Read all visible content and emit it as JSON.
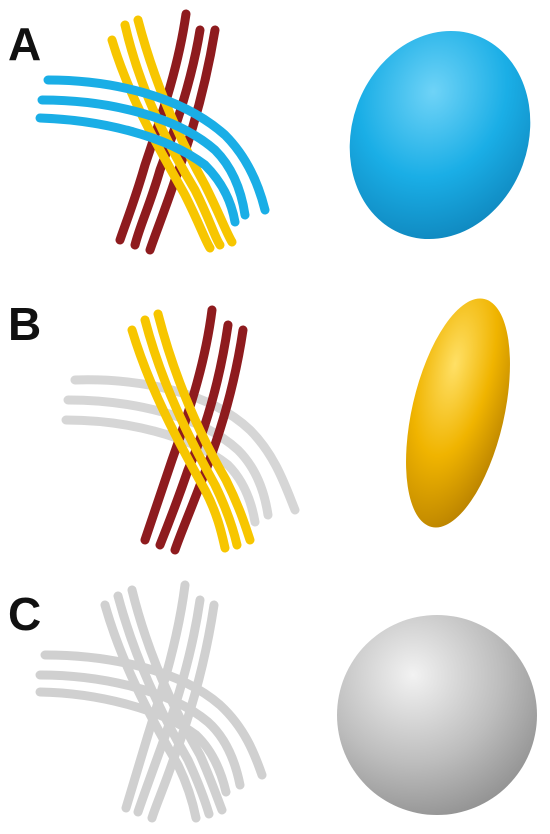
{
  "panels": [
    {
      "label": "A",
      "strand_colors": {
        "yellow": "#f7c600",
        "red": "#8e1b1e",
        "blue": "#1aaee6"
      },
      "shape": {
        "kind": "ellipsoid",
        "color": "#1aaee6"
      }
    },
    {
      "label": "B",
      "strand_colors": {
        "yellow": "#f7c600",
        "red": "#8e1b1e",
        "gray": "#d6d6d6"
      },
      "shape": {
        "kind": "prolate-ellipsoid",
        "color": "#e8a300"
      }
    },
    {
      "label": "C",
      "strand_colors": {
        "gray": "#d0d0d0"
      },
      "shape": {
        "kind": "sphere",
        "color": "#b5b5b5"
      }
    }
  ]
}
